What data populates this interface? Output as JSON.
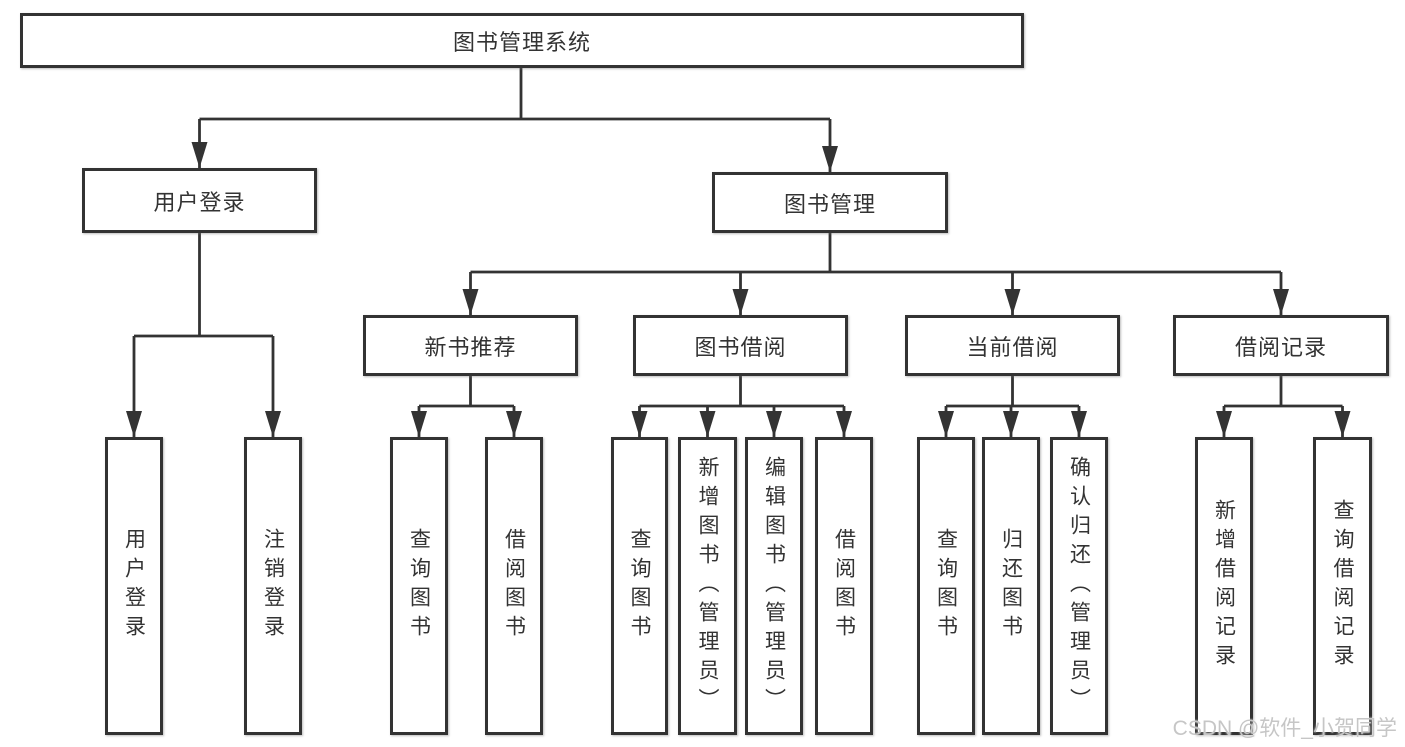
{
  "diagram": {
    "type": "hierarchy-tree",
    "root": {
      "label": "图书管理系统",
      "children": [
        {
          "label": "用户登录",
          "children": [
            {
              "label": "用户登录"
            },
            {
              "label": "注销登录"
            }
          ]
        },
        {
          "label": "图书管理",
          "children": [
            {
              "label": "新书推荐",
              "children": [
                {
                  "label": "查询图书"
                },
                {
                  "label": "借阅图书"
                }
              ]
            },
            {
              "label": "图书借阅",
              "children": [
                {
                  "label": "查询图书"
                },
                {
                  "label": "新增图书（管理员）"
                },
                {
                  "label": "编辑图书（管理员）"
                },
                {
                  "label": "借阅图书"
                }
              ]
            },
            {
              "label": "当前借阅",
              "children": [
                {
                  "label": "查询图书"
                },
                {
                  "label": "归还图书"
                },
                {
                  "label": "确认归还（管理员）"
                }
              ]
            },
            {
              "label": "借阅记录",
              "children": [
                {
                  "label": "新增借阅记录"
                },
                {
                  "label": "查询借阅记录"
                }
              ]
            }
          ]
        }
      ]
    }
  },
  "colors": {
    "line": "#333333",
    "text": "#333333",
    "box_background": "#ffffff",
    "watermark": "#c6c6c6"
  },
  "watermark": {
    "text": "CSDN @软件_小贺同学"
  }
}
